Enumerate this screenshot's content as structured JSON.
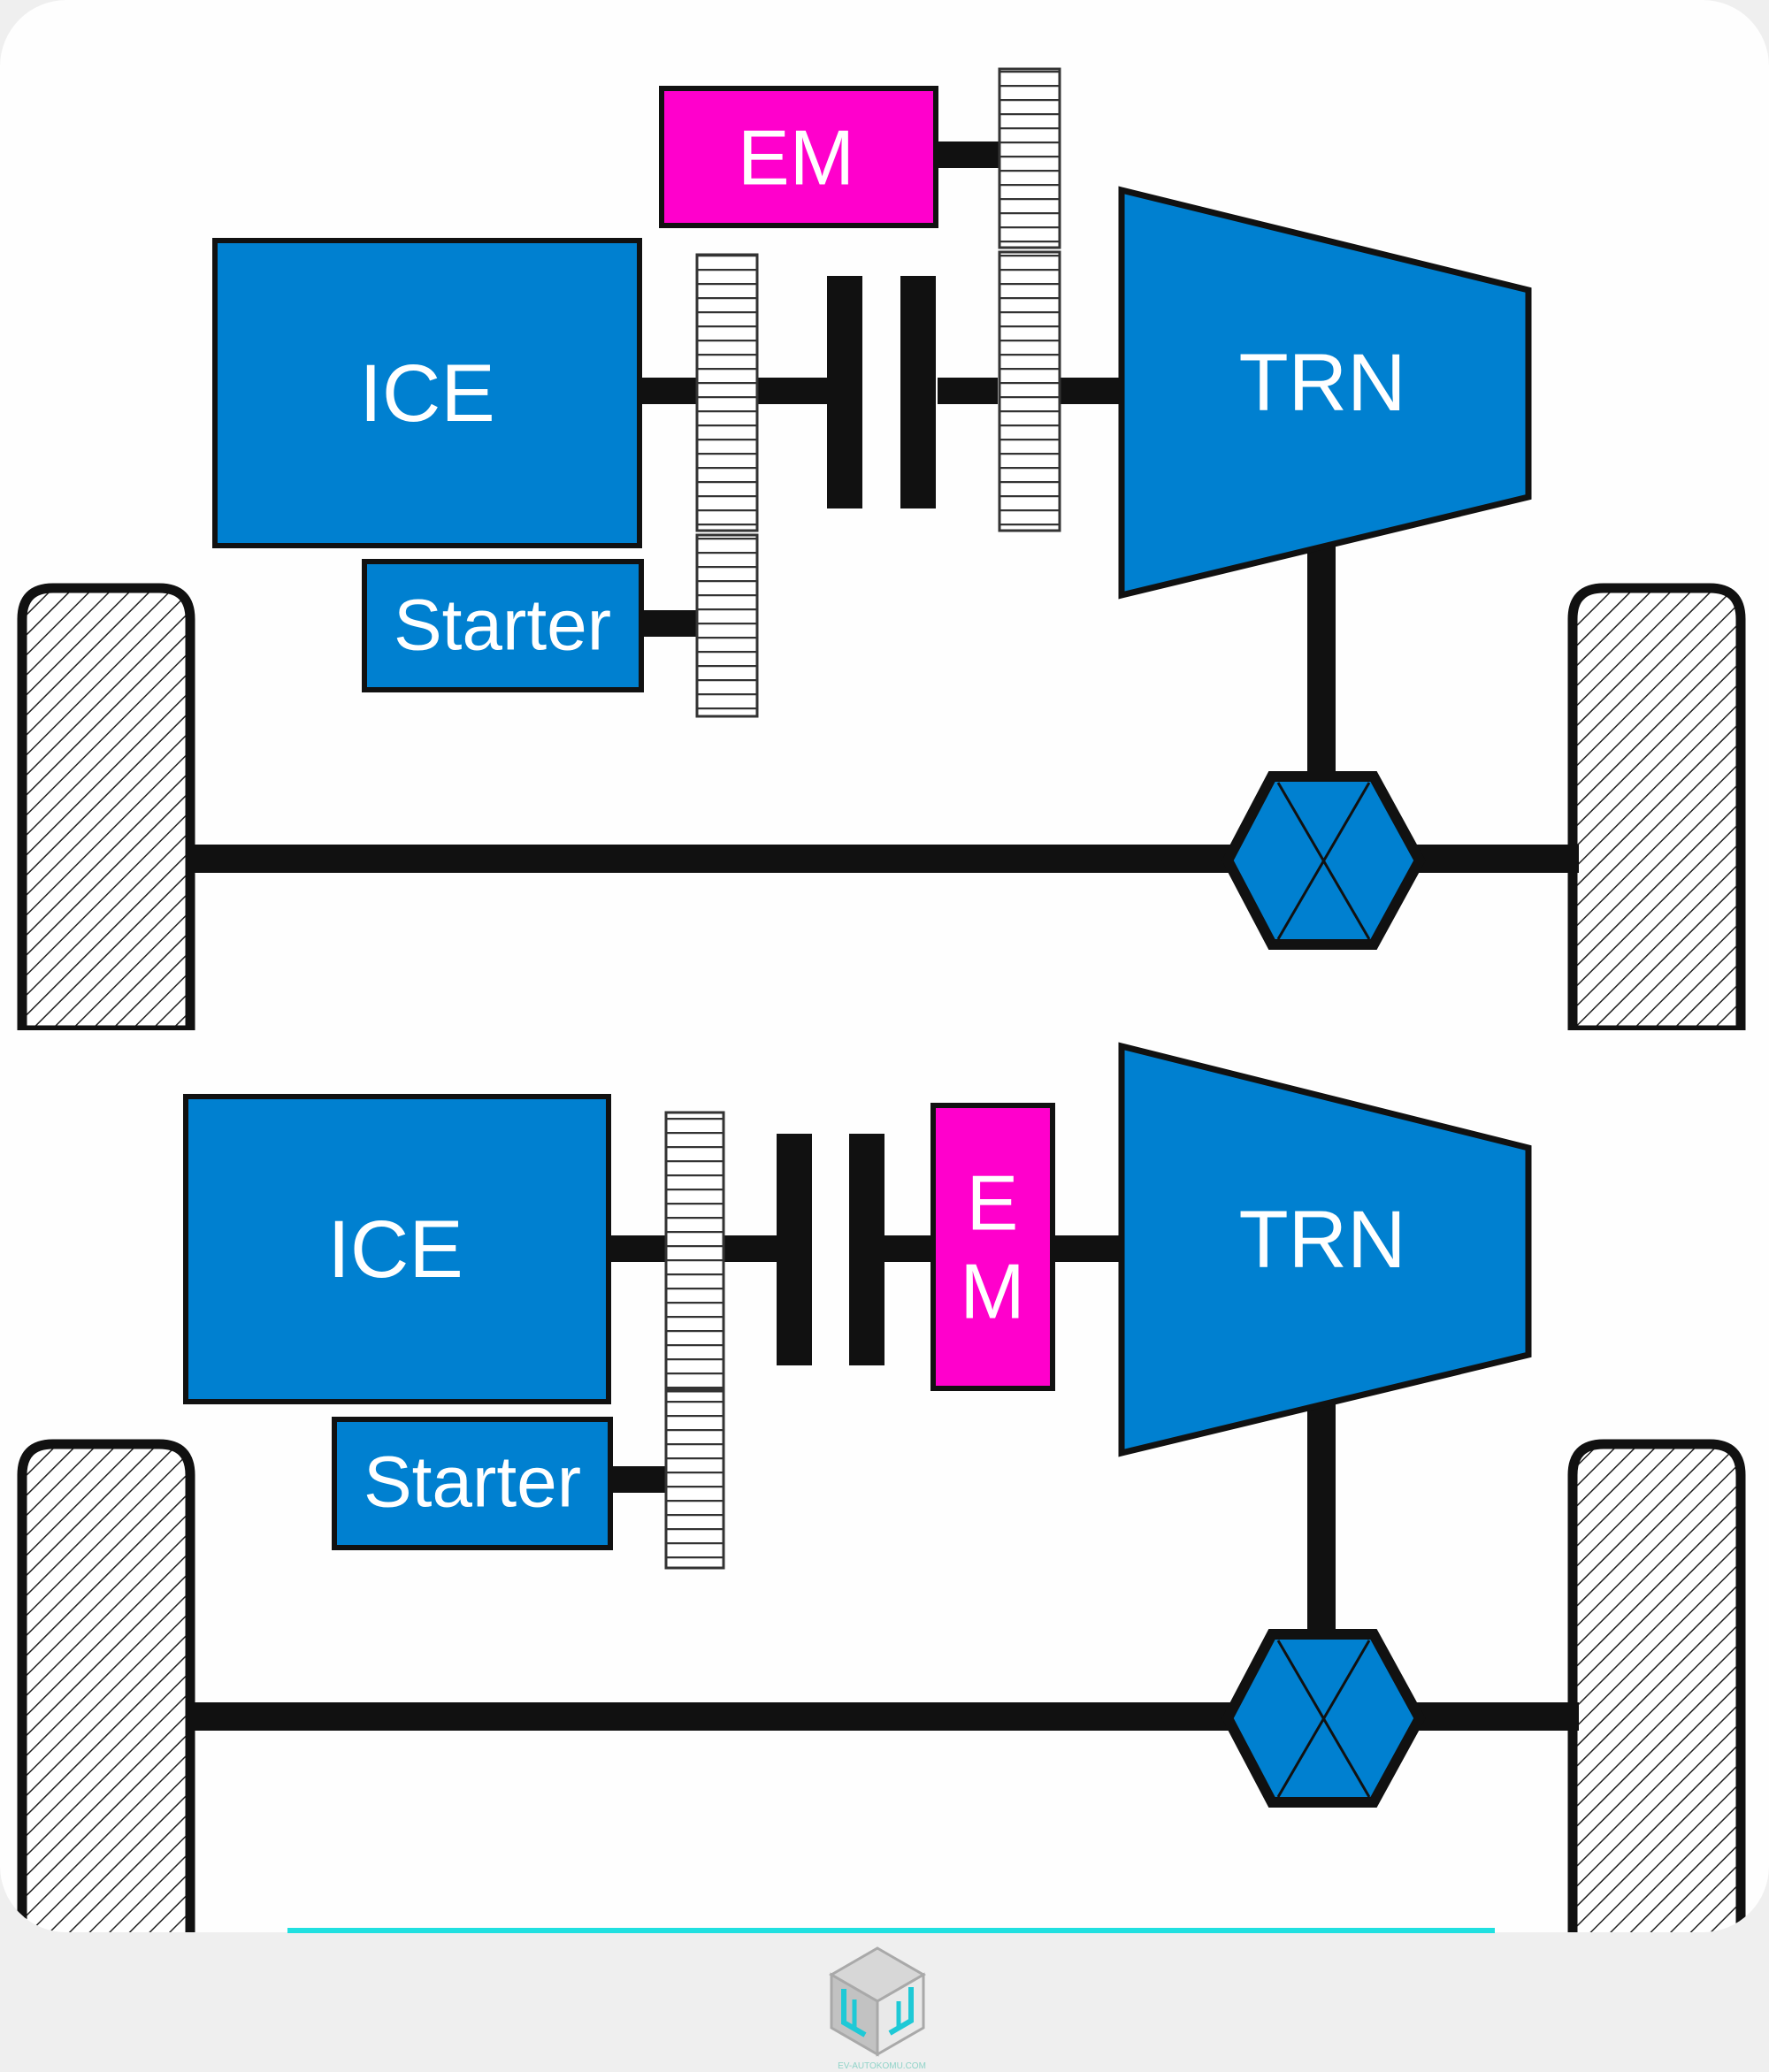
{
  "colors": {
    "component_blue": "#0080d0",
    "electric_motor_magenta": "#ff00cc",
    "line_black": "#111111",
    "card_background": "#fefefe",
    "page_background": "#efefef",
    "accent_cyan": "#20e0e0",
    "label_white": "#ffffff"
  },
  "diagrams": [
    {
      "engine_label": "ICE",
      "motor_label": "EM",
      "starter_label": "Starter",
      "transmission_label": "TRN"
    },
    {
      "engine_label": "ICE",
      "motor_label_line1": "E",
      "motor_label_line2": "M",
      "starter_label": "Starter",
      "transmission_label": "TRN"
    }
  ],
  "watermark": {
    "icon": "cube-logo-icon",
    "text": "EV-AUTOKOMU.COM"
  }
}
